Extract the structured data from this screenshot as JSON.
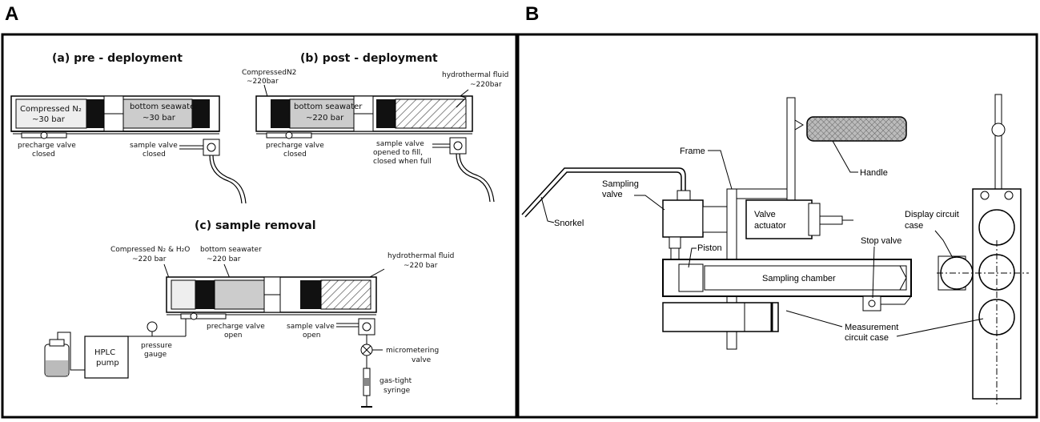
{
  "panel_a": {
    "letter": "A",
    "pre": {
      "title": "(a) pre - deployment",
      "compressed_n2": "Compressed N₂",
      "compressed_bar": "~30 bar",
      "seawater": "bottom seawater",
      "seawater_bar": "~30 bar",
      "precharge_1": "precharge valve",
      "precharge_2": "closed",
      "sample_1": "sample valve",
      "sample_2": "closed"
    },
    "post": {
      "title": "(b) post - deployment",
      "n2_1": "CompressedN2",
      "n2_2": "~220bar",
      "seawater": "bottom seawater",
      "seawater_bar": "~220 bar",
      "fluid_1": "hydrothermal fluid",
      "fluid_2": "~220bar",
      "precharge_1": "precharge valve",
      "precharge_2": "closed",
      "sample_1": "sample valve",
      "sample_2": "opened to fill,",
      "sample_3": "closed when full"
    },
    "removal": {
      "title": "(c) sample removal",
      "n2_1": "Compressed N₂ & H₂O",
      "n2_2": "~220 bar",
      "seawater": "bottom seawater",
      "seawater_bar": "~220 bar",
      "fluid_1": "hydrothermal fluid",
      "fluid_2": "~220 bar",
      "pump_1": "HPLC",
      "pump_2": "pump",
      "gauge_1": "pressure",
      "gauge_2": "gauge",
      "precharge_1": "precharge valve",
      "precharge_2": "open",
      "sample_1": "sample valve",
      "sample_2": "open",
      "micro_1": "micrometering",
      "micro_2": "valve",
      "syringe_1": "gas-tight",
      "syringe_2": "syringe"
    }
  },
  "panel_b": {
    "letter": "B",
    "frame": "Frame",
    "handle": "Handle",
    "sampling_valve_1": "Sampling",
    "sampling_valve_2": "valve",
    "snorkel": "Snorkel",
    "valve_actuator_1": "Valve",
    "valve_actuator_2": "actuator",
    "piston": "Piston",
    "stop_valve": "Stop valve",
    "display_1": "Display circuit",
    "display_2": "case",
    "chamber": "Sampling chamber",
    "measurement_1": "Measurement",
    "measurement_2": "circuit case"
  }
}
